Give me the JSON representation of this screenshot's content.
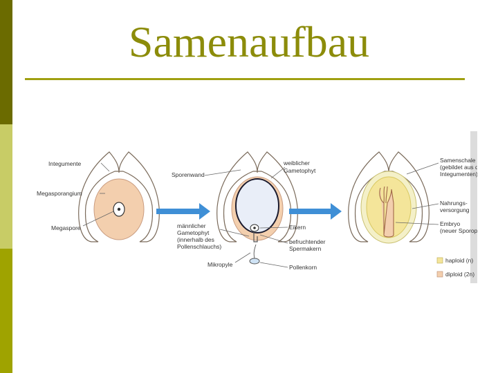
{
  "slide": {
    "title": "Samenaufbau",
    "colors": {
      "title": "#8c8c0a",
      "rule": "#a0a010",
      "sidebar_top": "#6b6b00",
      "sidebar_mid": "#c8cc66",
      "sidebar_bottom": "#9fa300",
      "arrow": "#3f8fd6",
      "haploid": "#f4e59a",
      "diploid": "#f3cfae"
    }
  },
  "figure": {
    "labels": {
      "integumente": "Integumente",
      "megasporangium": "Megasporangium",
      "megaspore": "Megaspore",
      "sporenwand": "Sporenwand",
      "maennlicher_1": "männlicher",
      "maennlicher_2": "Gametophyt",
      "maennlicher_3": "(innerhalb des",
      "maennlicher_4": "Pollenschlauchs)",
      "mikropyle": "Mikropyle",
      "weiblicher_1": "weiblicher",
      "weiblicher_2": "Gametophyt",
      "eikern": "Eikern",
      "befruchtender_1": "befruchtender",
      "befruchtender_2": "Spermakern",
      "pollenkorn": "Pollenkorn",
      "samenschale_1": "Samenschale",
      "samenschale_2": "(gebildet aus den",
      "samenschale_3": "Integumenten)",
      "nahrung_1": "Nahrungs-",
      "nahrung_2": "versorgung",
      "embryo_1": "Embryo",
      "embryo_2": "(neuer Sporophyt)",
      "haploid": "haploid (n)",
      "diploid": "diploid (2n)"
    }
  }
}
